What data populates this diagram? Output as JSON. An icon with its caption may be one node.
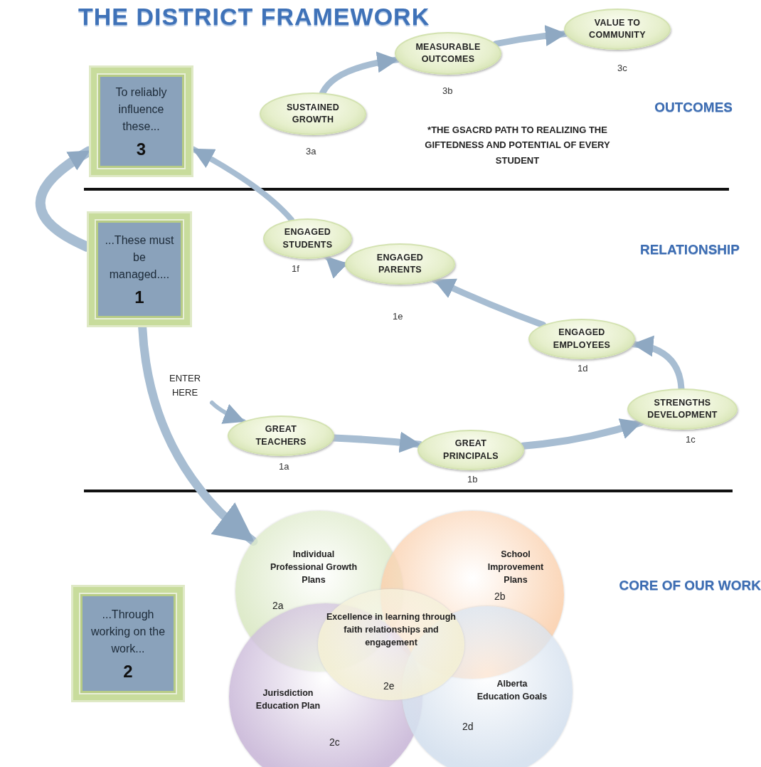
{
  "diagram": {
    "title": "THE DISTRICT FRAMEWORK",
    "nodes": [
      {
        "text": [
          "To reliably influence these...",
          "3"
        ]
      },
      {
        "text": [
          "...These must be managed....",
          "1"
        ]
      },
      {
        "text": [
          "...Through working on the work...",
          "2"
        ]
      },
      {
        "text": [
          "SUSTAINED GROWTH"
        ],
        "beside": [
          "3a"
        ]
      },
      {
        "text": [
          "MEASURABLE OUTCOMES"
        ],
        "beside": [
          "3b"
        ]
      },
      {
        "text": [
          "VALUE TO COMMUNITY"
        ],
        "beside": [
          "3c"
        ]
      },
      {
        "text": [
          "ENGAGED STUDENTS"
        ],
        "beside": [
          "1f"
        ]
      },
      {
        "text": [
          "ENGAGED PARENTS"
        ],
        "beside": [
          "1e"
        ]
      },
      {
        "text": [
          "ENGAGED EMPLOYEES"
        ],
        "beside": [
          "1d"
        ]
      },
      {
        "text": [
          "STRENGTHS DEVELOPMENT"
        ],
        "beside": [
          "1c"
        ]
      },
      {
        "text": [
          "GREAT TEACHERS"
        ],
        "beside": [
          "1a"
        ]
      },
      {
        "text": [
          "GREAT PRINCIPALS"
        ],
        "beside": [
          "1b"
        ]
      },
      {
        "text": [
          "Individual Professional Growth Plans",
          "2a"
        ]
      },
      {
        "text": [
          "School Improvement Plans",
          "2b"
        ]
      },
      {
        "text": [
          "Excellence in learning through faith relationships and engagement",
          "2e"
        ]
      },
      {
        "text": [
          "Alberta Education Goals",
          "2d"
        ]
      },
      {
        "text": [
          "Jurisdiction Education Plan",
          "2c"
        ]
      }
    ],
    "edges": [
      {
        "from": 1,
        "to": 0,
        "arrow": "to"
      },
      {
        "from": 1,
        "to": 12,
        "arrow": "to"
      },
      {
        "from": null,
        "to": 10,
        "arrow": "to"
      },
      {
        "from": 10,
        "to": 11,
        "arrow": "to"
      },
      {
        "from": 11,
        "to": 9,
        "arrow": "to"
      },
      {
        "from": 9,
        "to": 8,
        "arrow": "to"
      },
      {
        "from": 8,
        "to": 7,
        "arrow": "to"
      },
      {
        "from": 7,
        "to": 6,
        "arrow": "to"
      },
      {
        "from": 6,
        "to": 0,
        "arrow": "to"
      },
      {
        "from": 3,
        "to": 4,
        "arrow": "to"
      },
      {
        "from": 4,
        "to": 5,
        "arrow": "to"
      }
    ],
    "labels": [
      "OUTCOMES",
      "*THE GSACRD PATH TO REALIZING THE GIFTEDNESS AND POTENTIAL OF EVERY STUDENT",
      "RELATIONSHIP",
      "ENTER HERE",
      "CORE OF OUR WORK"
    ]
  }
}
